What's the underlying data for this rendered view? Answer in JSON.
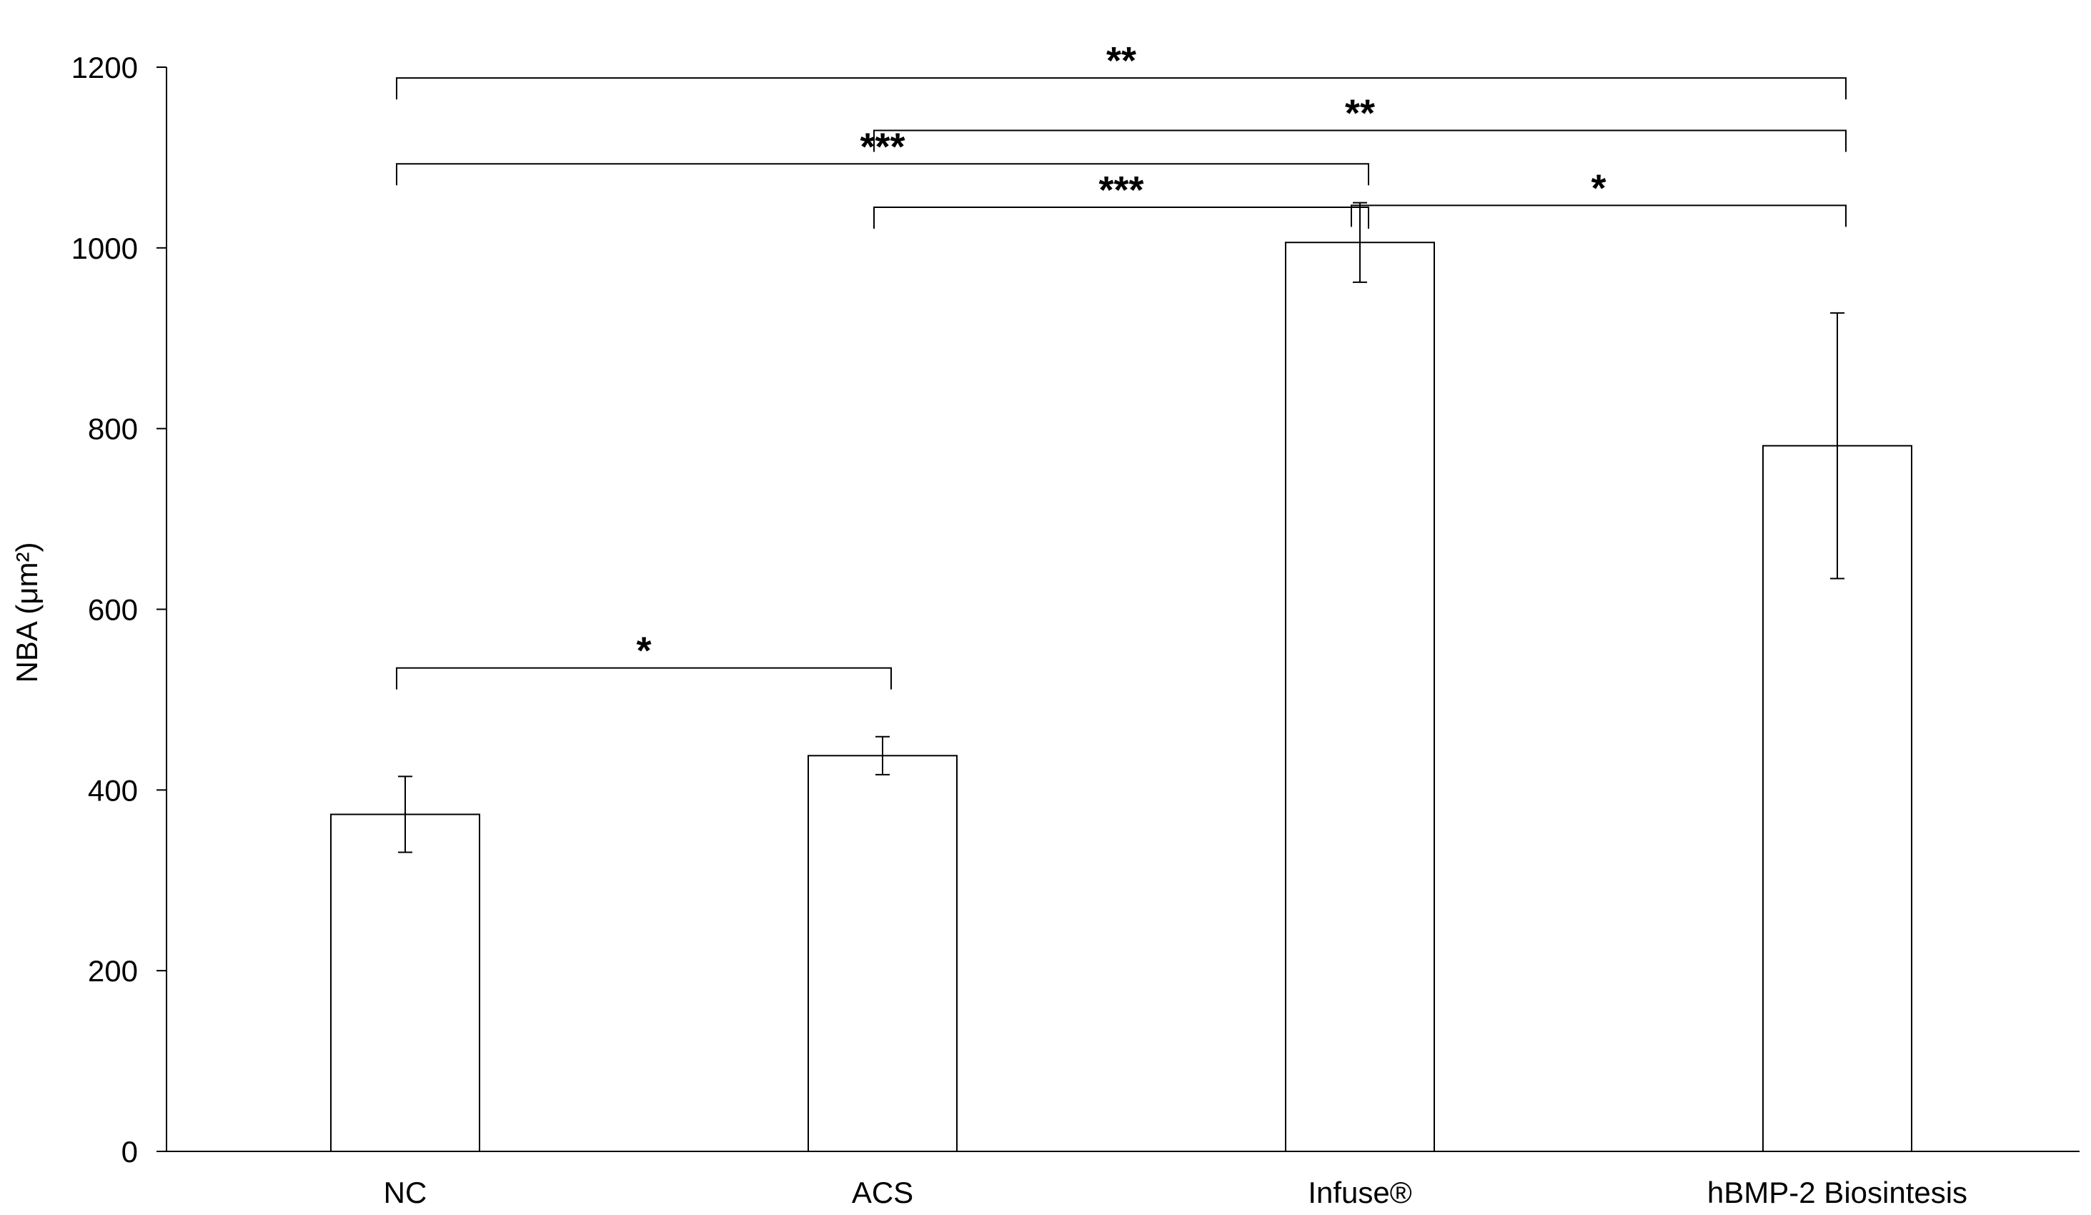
{
  "chart_data": {
    "type": "bar",
    "title": "",
    "xlabel": "",
    "ylabel": "NBA (μm²)",
    "ylim": [
      0,
      1200
    ],
    "yticks": [
      0,
      200,
      400,
      600,
      800,
      1000,
      1200
    ],
    "grid": false,
    "legend": "none",
    "categories": [
      "NC",
      "ACS",
      "Infuse®",
      "hBMP-2 Biosintesis"
    ],
    "series": [
      {
        "values": [
          373,
          438,
          1006,
          781
        ],
        "error": [
          42,
          21,
          44,
          147
        ],
        "fill": "#ffffff",
        "stroke": "#000000"
      }
    ],
    "significance": [
      {
        "from": 0,
        "to": 1,
        "label": "*",
        "y": 535
      },
      {
        "from": 1,
        "to": 2,
        "label": "***",
        "y": 1045
      },
      {
        "from": 2,
        "to": 3,
        "label": "*",
        "y": 1047
      },
      {
        "from": 0,
        "to": 2,
        "label": "***",
        "y": 1093
      },
      {
        "from": 1,
        "to": 3,
        "label": "**",
        "y": 1130
      },
      {
        "from": 0,
        "to": 3,
        "label": "**",
        "y": 1188
      }
    ]
  }
}
